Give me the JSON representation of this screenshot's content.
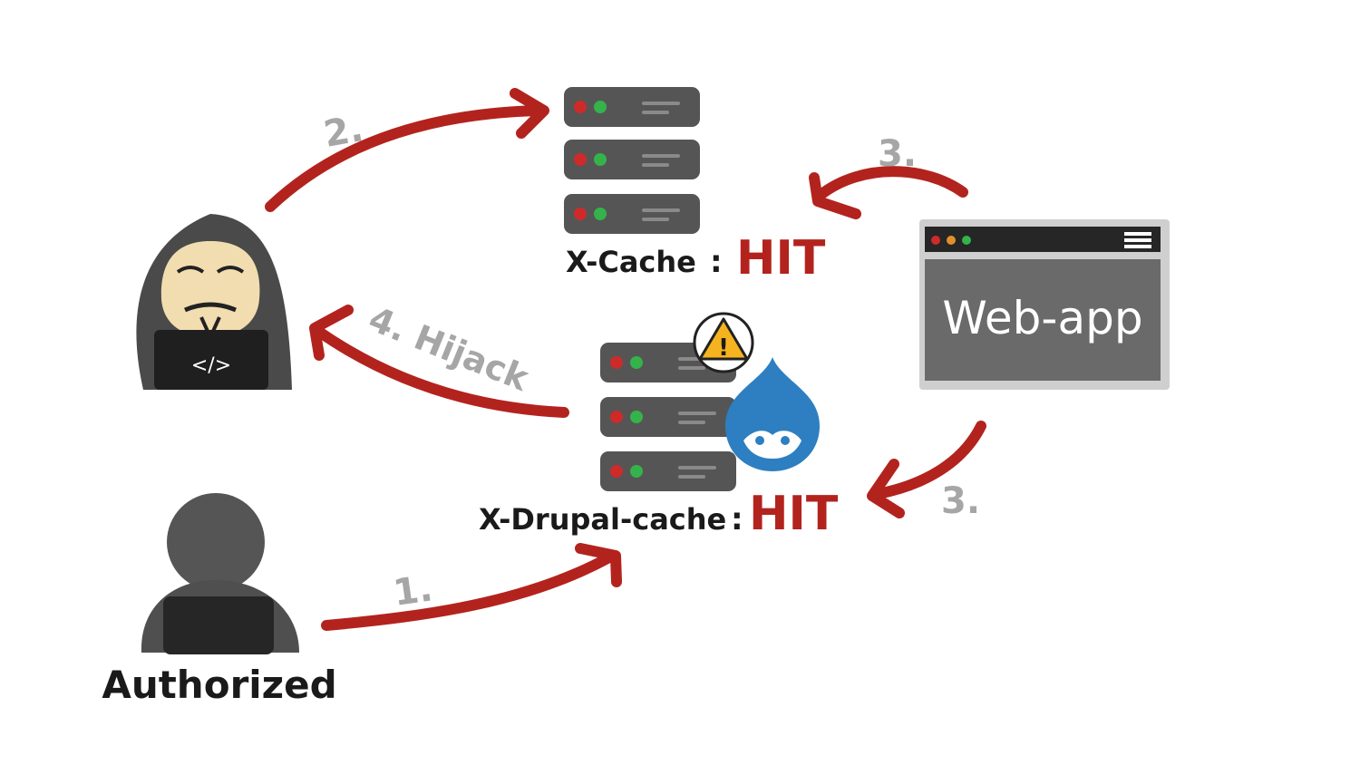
{
  "colors": {
    "arrow": "#b3231e",
    "hit": "#b3231e",
    "step": "#a6a6a6",
    "server": "#555555",
    "hood": "#4a4a4a",
    "drupal": "#2d7fc1",
    "warning": "#f5b41f",
    "webapp_frame": "#cfcfcf",
    "webapp_body": "#6a6a6a"
  },
  "icons": {
    "attacker": "hooded-hacker-icon",
    "victim": "user-silhouette-icon",
    "cache_server": "server-stack-icon",
    "drupal_server": "server-stack-icon",
    "drupal": "drupal-drop-icon",
    "warning": "warning-icon",
    "webapp": "browser-window-icon"
  },
  "laptop_code": "</>",
  "victim_label": "Authorized",
  "x_cache": {
    "name": "X-Cache",
    "separator": ":",
    "value": "HIT"
  },
  "x_drupal_cache": {
    "name": "X-Drupal-cache",
    "separator": ":",
    "value": "HIT"
  },
  "webapp": {
    "title": "Web-app"
  },
  "warning_symbol": "!",
  "steps": {
    "step1": "1.",
    "step2": "2.",
    "step3_top": "3.",
    "step3_bottom": "3.",
    "step4": "4. Hijack"
  }
}
